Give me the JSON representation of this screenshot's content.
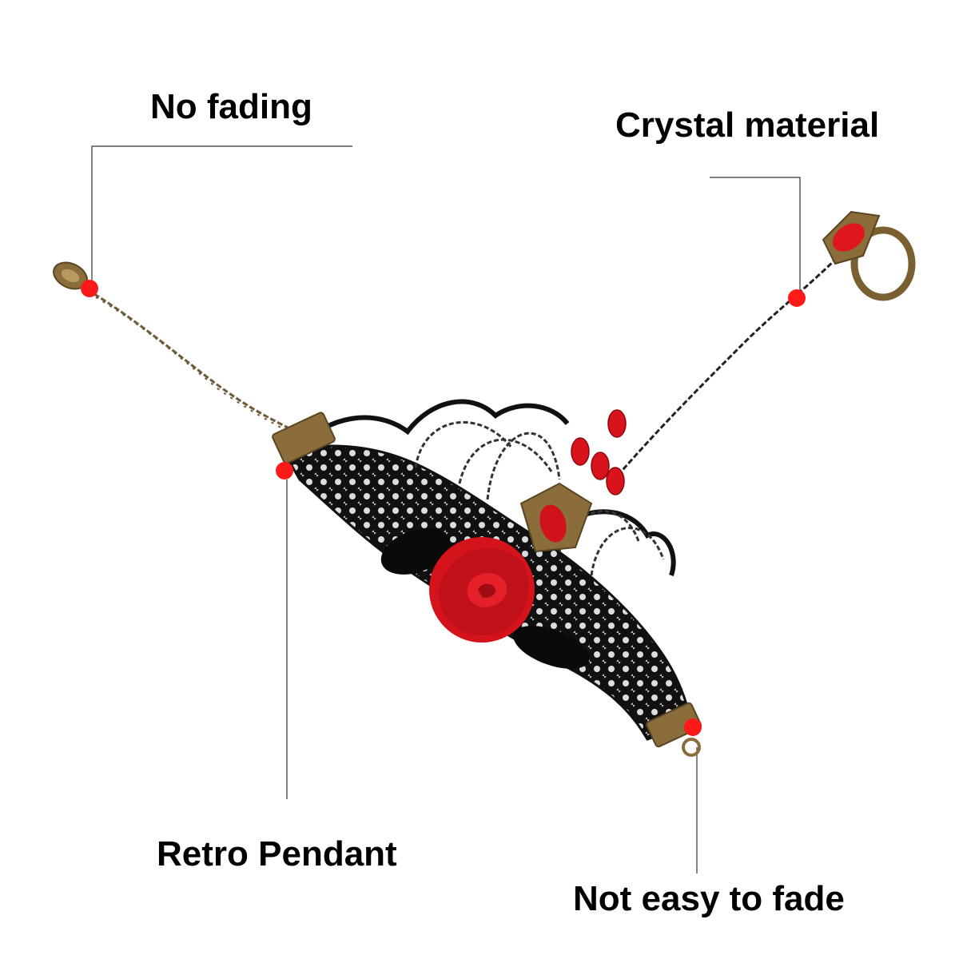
{
  "callouts": {
    "no_fading": "No fading",
    "crystal_material": "Crystal material",
    "retro_pendant": "Retro Pendant",
    "not_easy_to_fade": "Not easy to fade"
  },
  "colors": {
    "background": "#ffffff",
    "lace": "#111111",
    "rose": "#d4141a",
    "marker": "#ff1a1a",
    "bronze": "#8a6d3b",
    "leader_line": "#333333",
    "text": "#000000"
  }
}
